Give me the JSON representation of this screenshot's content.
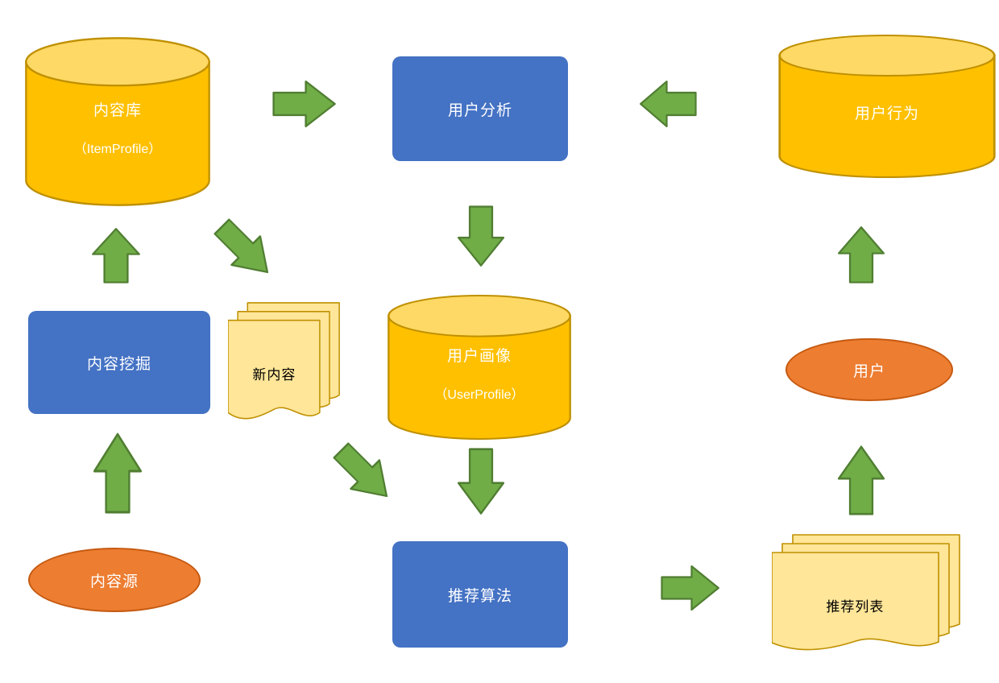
{
  "diagram": {
    "title": "recommendation-system-flowchart",
    "nodes": {
      "content_db": {
        "type": "database-cylinder",
        "label": "内容库",
        "sublabel": "（ItemProfile）"
      },
      "user_analysis": {
        "type": "process",
        "label": "用户分析"
      },
      "user_behavior_db": {
        "type": "database-cylinder",
        "label": "用户行为"
      },
      "content_mining": {
        "type": "process",
        "label": "内容挖掘"
      },
      "new_content": {
        "type": "document-stack",
        "label": "新内容"
      },
      "user_profile_db": {
        "type": "database-cylinder",
        "label": "用户画像",
        "sublabel": "（UserProfile）"
      },
      "user": {
        "type": "terminator-ellipse",
        "label": "用户"
      },
      "content_source": {
        "type": "terminator-ellipse",
        "label": "内容源"
      },
      "recommend_algorithm": {
        "type": "process",
        "label": "推荐算法"
      },
      "recommend_list": {
        "type": "document-stack",
        "label": "推荐列表"
      }
    },
    "edges": [
      {
        "from": "content_db",
        "to": "user_analysis",
        "direction": "right"
      },
      {
        "from": "user_behavior_db",
        "to": "user_analysis",
        "direction": "left"
      },
      {
        "from": "user_analysis",
        "to": "user_profile_db",
        "direction": "down"
      },
      {
        "from": "content_mining",
        "to": "content_db",
        "direction": "up"
      },
      {
        "from": "content_db",
        "to": "new_content",
        "direction": "down-right"
      },
      {
        "from": "content_source",
        "to": "content_mining",
        "direction": "up"
      },
      {
        "from": "user_profile_db",
        "to": "recommend_algorithm",
        "direction": "down"
      },
      {
        "from": "new_content",
        "to": "recommend_algorithm",
        "direction": "down-right"
      },
      {
        "from": "recommend_algorithm",
        "to": "recommend_list",
        "direction": "right"
      },
      {
        "from": "recommend_list",
        "to": "user",
        "direction": "up"
      },
      {
        "from": "user",
        "to": "user_behavior_db",
        "direction": "up"
      }
    ],
    "colors": {
      "cylinder_fill": "#FFC000",
      "cylinder_top": "#FFD965",
      "cylinder_stroke": "#BF9000",
      "process_fill": "#4472C4",
      "terminator_fill": "#ED7D31",
      "terminator_stroke": "#C55A11",
      "arrow_fill": "#70AD47",
      "arrow_stroke": "#507E32",
      "document_fill": "#FFE699",
      "document_stroke": "#BF9000",
      "background": "#FFFFFF"
    }
  }
}
